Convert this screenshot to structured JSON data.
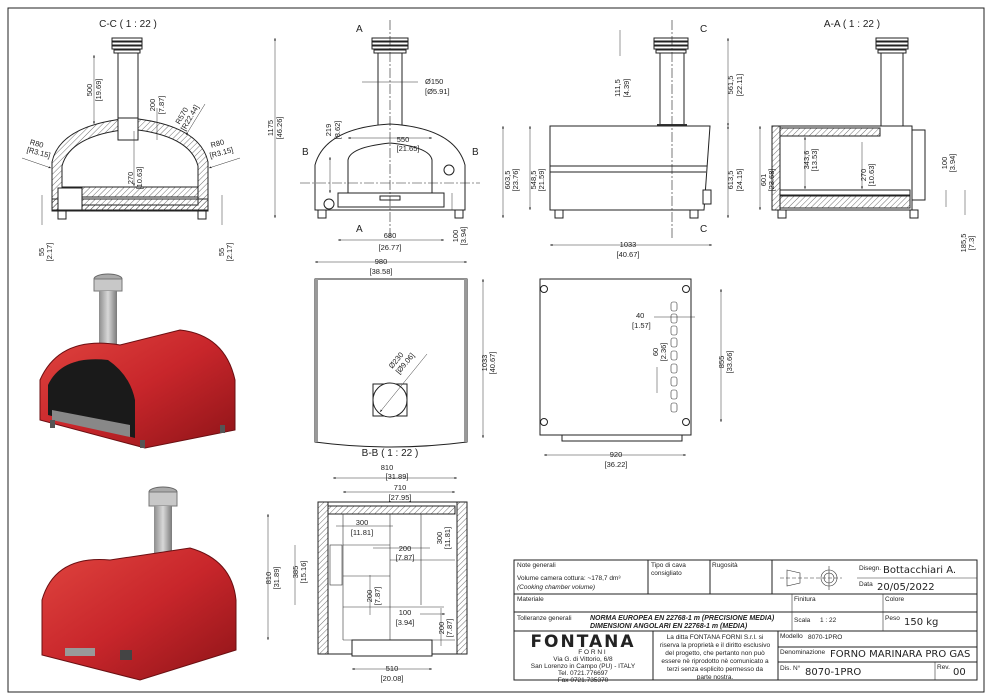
{
  "views": {
    "cc_title": "C-C ( 1 : 22 )",
    "aa_title": "A-A ( 1 : 22 )",
    "bb_title": "B-B ( 1 : 22 )",
    "section_a": "A",
    "section_b": "B",
    "section_c": "C"
  },
  "dims": {
    "cc": [
      "500",
      "[19.69]",
      "200",
      "[7.87]",
      "R570",
      "[R22.44]",
      "R80",
      "[R3.15]",
      "R80",
      "[R3.15]",
      "270",
      "[10.63]",
      "55",
      "[2.17]",
      "55",
      "[2.17]"
    ],
    "front": [
      "1175",
      "[46.26]",
      "Ø150",
      "[Ø5.91]",
      "219",
      "[8.62]",
      "550",
      "[21.65]",
      "680",
      "[26.77]",
      "100",
      "[3.94]"
    ],
    "side": [
      "111,5",
      "[4.39]",
      "561,5",
      "[22.11]",
      "603,5",
      "[23.76]",
      "548,5",
      "[21.59]",
      "613,5",
      "[24.15]",
      "1033",
      "[40.67]"
    ],
    "aa": [
      "601",
      "[23.68]",
      "343,6",
      "[13.53]",
      "270",
      "[10.63]",
      "100",
      "[3.94]",
      "185,5",
      "[7.3]"
    ],
    "top": [
      "980",
      "[38.58]",
      "Ø230",
      "[Ø9.06]",
      "1033",
      "[40.67]"
    ],
    "bottom": [
      "40",
      "[1.57]",
      "60",
      "[2.36]",
      "855",
      "[33.66]",
      "920",
      "[36.22]"
    ],
    "bb": [
      "810",
      "[31.89]",
      "710",
      "[27.95]",
      "300",
      "[11.81]",
      "200",
      "[7.87]",
      "300",
      "[11.81]",
      "200",
      "[7.87]",
      "100",
      "[3.94]",
      "200",
      "[7.87]",
      "810",
      "[31.89]",
      "385",
      "[15.16]",
      "510",
      "[20.08]"
    ]
  },
  "colors": {
    "oven_red": "#c8262b",
    "line": "#222222"
  },
  "title_block": {
    "note_label": "Note generali",
    "note_line1": "Volume camera cottura: ~178,7 dm³",
    "note_line2": "(Cooking chamber volume)",
    "cava_label1": "Tipo di cava",
    "cava_label2": "consigliato",
    "rugosita_label": "Rugosità",
    "disegn_label": "Disegn.",
    "disegn_value": "Bottacchiari A.",
    "data_label": "Data",
    "data_value": "20/05/2022",
    "materiale_label": "Materiale",
    "finitura_label": "Finitura",
    "colore_label": "Colore",
    "tolleranze_label": "Tolleranze generali",
    "tolleranze_line1": "NORMA EUROPEA EN 22768-1 m (PRECISIONE MEDIA)",
    "tolleranze_line2": "DIMENSIONI ANGOLARI EN 22768-1 m (MEDIA)",
    "scala_label": "Scala",
    "scala_value": "1 : 22",
    "peso_label": "Peso",
    "peso_value": "150 kg",
    "logo_text": "FONTANA",
    "logo_sub": "F O R N I",
    "address1": "Via G. di Vittorio, 6/8",
    "address2": "San Lorenzo in Campo (PU) - ITALY",
    "tel": "Tel.  0721.776697",
    "fax": "Fax 0721.735370",
    "rights": [
      "La ditta FONTANA FORNI S.r.l. si",
      "riserva la proprietà e il diritto esclusivo",
      "del progetto, che pertanto non può",
      "essere nè riprodotto nè comunicato a",
      "terzi senza esplicito permesso da",
      "parte nostra."
    ],
    "modello_label": "Modello",
    "modello_value": "8070-1PRO",
    "denominazione_label": "Denominazione",
    "denominazione_value": "FORNO MARINARA PRO GAS",
    "dis_label": "Dis. N°",
    "dis_value": "8070-1PRO",
    "rev_label": "Rev.",
    "rev_value": "00"
  }
}
